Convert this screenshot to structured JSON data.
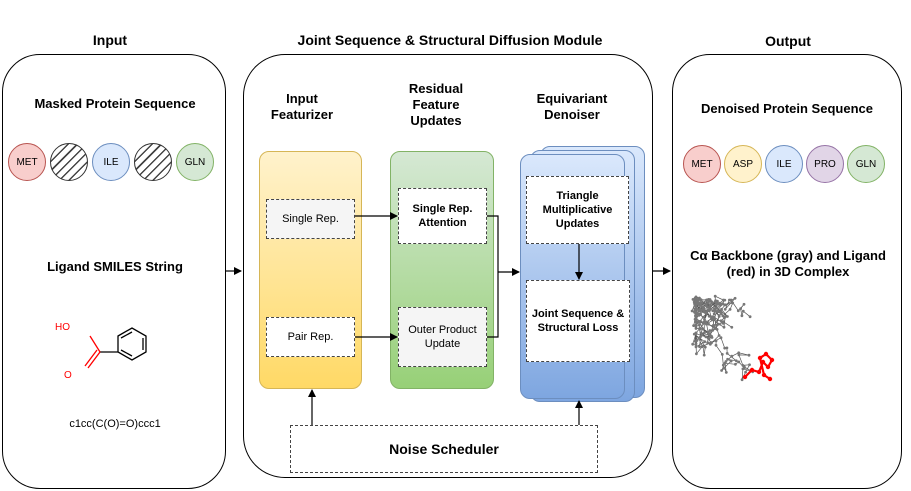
{
  "sections": {
    "input_title": "Input",
    "module_title": "Joint Sequence & Structural Diffusion Module",
    "output_title": "Output"
  },
  "input": {
    "masked_seq_title": "Masked Protein Sequence",
    "residues": [
      {
        "label": "MET",
        "fill": "#f8cecc",
        "stroke": "#b85450",
        "masked": false
      },
      {
        "label": "",
        "fill": "#ffffff",
        "stroke": "#333333",
        "masked": true
      },
      {
        "label": "ILE",
        "fill": "#dae8fc",
        "stroke": "#6c8ebf",
        "masked": false
      },
      {
        "label": "",
        "fill": "#ffffff",
        "stroke": "#333333",
        "masked": true
      },
      {
        "label": "GLN",
        "fill": "#d5e8d4",
        "stroke": "#82b366",
        "masked": false
      }
    ],
    "ligand_title": "Ligand SMILES String",
    "ligand_atom_label": "HO",
    "ligand_atom_label2": "O",
    "smiles": "c1cc(C(O)=O)ccc1"
  },
  "module": {
    "featurizer_title": "Input Featurizer",
    "residual_title": "Residual Feature Updates",
    "denoiser_title": "Equivariant Denoiser",
    "single_rep": "Single Rep.",
    "pair_rep": "Pair Rep.",
    "single_attention": "Single Rep. Attention",
    "outer_product": "Outer Product Update",
    "triangle": "Triangle Multiplicative Updates",
    "joint_loss": "Joint Sequence & Structural Loss",
    "noise_scheduler": "Noise Scheduler"
  },
  "output": {
    "denoised_title": "Denoised Protein Sequence",
    "residues": [
      {
        "label": "MET",
        "fill": "#f8cecc",
        "stroke": "#b85450"
      },
      {
        "label": "ASP",
        "fill": "#fff2cc",
        "stroke": "#d6b656"
      },
      {
        "label": "ILE",
        "fill": "#dae8fc",
        "stroke": "#6c8ebf"
      },
      {
        "label": "PRO",
        "fill": "#e1d5e7",
        "stroke": "#9673a6"
      },
      {
        "label": "GLN",
        "fill": "#d5e8d4",
        "stroke": "#82b366"
      }
    ],
    "complex_title": "Cα Backbone (gray) and Ligand (red) in 3D Complex"
  },
  "colors": {
    "featurizer_top": "#fff2cc",
    "featurizer_bottom": "#ffd966",
    "residual_top": "#d5e8d4",
    "residual_bottom": "#97d077",
    "denoiser_top": "#dae8fc",
    "denoiser_bottom": "#7ea6e0",
    "ligand_red": "#ff0000",
    "backbone_gray": "#555555"
  }
}
